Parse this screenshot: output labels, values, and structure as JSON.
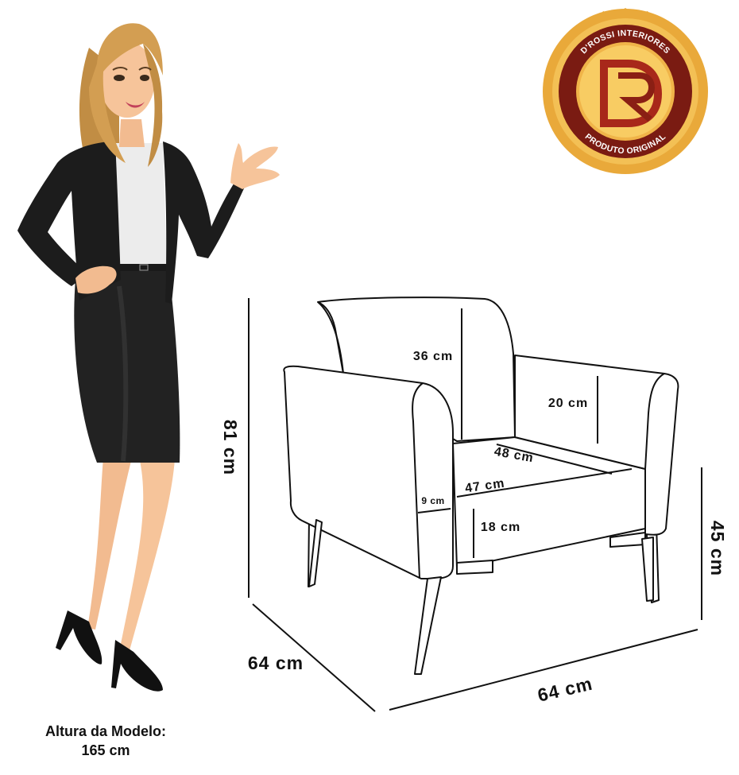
{
  "caption": {
    "line1": "Altura da Modelo:",
    "line2": "165 cm"
  },
  "badge": {
    "brand_top": "D'ROSSI INTERIORES",
    "brand_bottom": "PRODUTO ORIGINAL",
    "monogram": "DR",
    "colors": {
      "gold": "#e9a93a",
      "dark_red": "#7a1b12",
      "red": "#a8281a"
    }
  },
  "dimensions": {
    "total_height": "81 cm",
    "depth": "64 cm",
    "width": "64 cm",
    "seat_height": "45 cm",
    "back_height": "36 cm",
    "arm_height": "20 cm",
    "seat_depth": "48 cm",
    "seat_width": "47 cm",
    "arm_width": "9 cm",
    "seat_thickness": "18 cm"
  },
  "model_figure": {
    "icon": "businesswoman-illustration"
  },
  "product": {
    "icon": "armchair-line-drawing"
  }
}
